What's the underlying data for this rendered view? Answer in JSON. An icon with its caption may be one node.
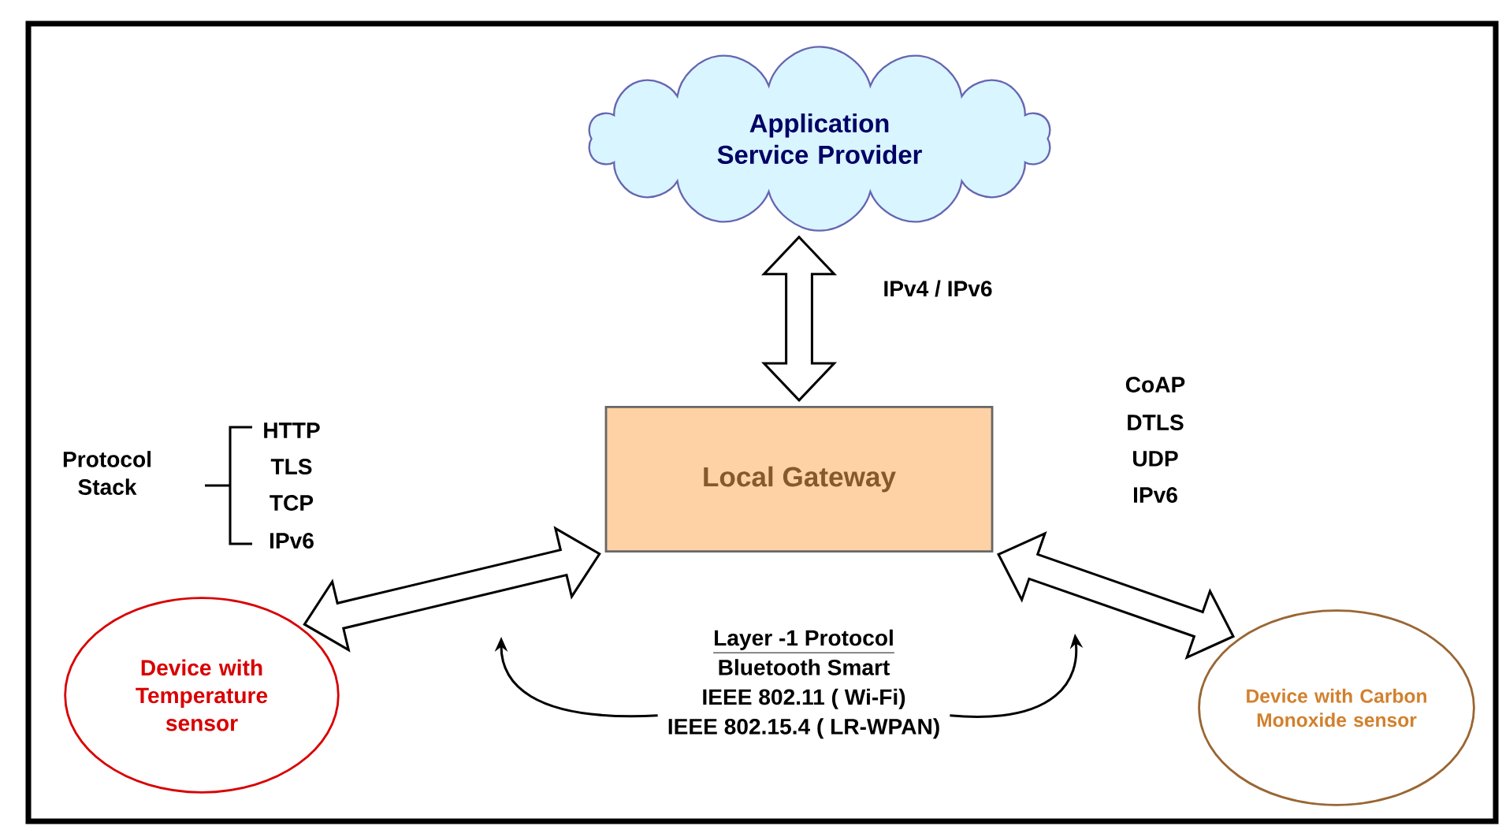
{
  "diagram": {
    "nodes": [
      {
        "text": [
          "Application Service Provider"
        ]
      },
      {
        "text": [
          "Local Gateway"
        ]
      },
      {
        "text": [
          "Device with Temperature sensor"
        ]
      },
      {
        "text": [
          "Device with Carbon Monoxide sensor"
        ]
      },
      {
        "text": [
          "Layer -1 Protocol",
          "Bluetooth Smart",
          "IEEE 802.11 ( Wi-Fi)",
          "IEEE 802.15.4 ( LR-WPAN)"
        ]
      }
    ],
    "edges": [
      {
        "from": 0,
        "to": 1,
        "arrow": "both",
        "label": "IPv4 / IPv6"
      },
      {
        "from": 2,
        "to": 1,
        "arrow": "both"
      },
      {
        "from": 1,
        "to": 3,
        "arrow": "both"
      },
      {
        "from": 4,
        "to": null,
        "arrow": "to"
      },
      {
        "from": 4,
        "to": null,
        "arrow": "to"
      }
    ],
    "labels": [
      "Protocol Stack",
      "HTTP",
      "TLS",
      "TCP",
      "IPv6",
      "CoAP",
      "DTLS",
      "UDP",
      "IPv6"
    ]
  }
}
